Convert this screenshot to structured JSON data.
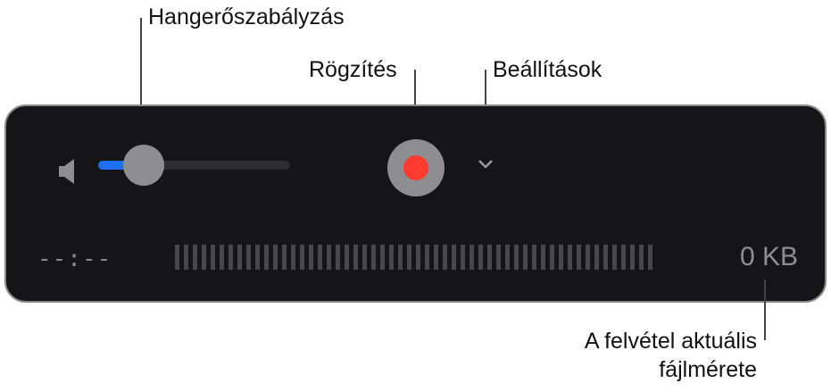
{
  "callouts": {
    "volume": "Hangerőszabályzás",
    "record": "Rögzítés",
    "options": "Beállítások",
    "filesize_line1": "A felvétel aktuális",
    "filesize_line2": "fájlmérete"
  },
  "recorder": {
    "volume_level": 0.2,
    "elapsed_time": "--:--",
    "file_size": "0 KB",
    "level_meter_bars": 54,
    "colors": {
      "accent": "#1d6ff2",
      "record": "#ff3b30",
      "panel": "#151517",
      "knob": "#8e8e90"
    }
  },
  "icons": {
    "speaker": "speaker-icon",
    "chevron": "chevron-down-icon"
  }
}
